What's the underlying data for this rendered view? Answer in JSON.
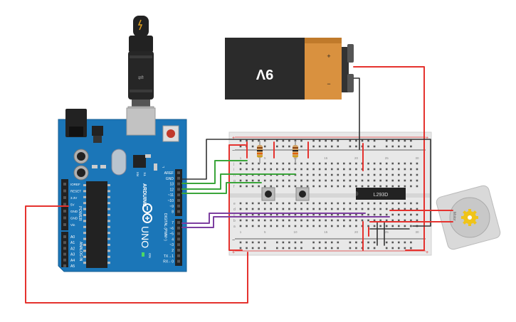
{
  "battery": {
    "voltage_label": "9V",
    "plus": "+",
    "minus": "−"
  },
  "arduino": {
    "brand": "ARDUINO",
    "model": "UNO",
    "left_header_labels": [
      "IOREF",
      "RESET",
      "3.3V",
      "5V",
      "GND",
      "GND",
      "Vin"
    ],
    "power_label": "POWER",
    "analog_labels": [
      "A0",
      "A1",
      "A2",
      "A3",
      "A4",
      "A5"
    ],
    "analog_title": "ANALOG IN",
    "digital_labels": [
      "AREF",
      "GND",
      "13",
      "12",
      "~11",
      "~10",
      "~9",
      "8",
      "7",
      "~6",
      "~5",
      "4",
      "~3",
      "2",
      "TX→1",
      "RX←0"
    ],
    "digital_title": "DIGITAL (PWM~)",
    "on_label": "ON",
    "tx_label": "TX",
    "rx_label": "RX",
    "l_label": "L"
  },
  "breadboard": {
    "row_letters_top": [
      "j",
      "i",
      "h",
      "g",
      "f"
    ],
    "row_letters_bottom": [
      "e",
      "d",
      "c",
      "b",
      "a"
    ],
    "column_numbers": [
      "1",
      "5",
      "10",
      "15",
      "20",
      "25",
      "30"
    ],
    "rail_plus": "+",
    "rail_minus": "−"
  },
  "chip": {
    "label": "L293D"
  },
  "motor": {
    "label": "Motor"
  },
  "colors": {
    "board_blue": "#1b76b8",
    "wire_red": "#e5322e",
    "wire_black": "#333333",
    "wire_green": "#3aa53a",
    "wire_purple": "#7d3fa0",
    "battery_orange": "#d9913f",
    "breadboard": "#e8e8e8"
  }
}
